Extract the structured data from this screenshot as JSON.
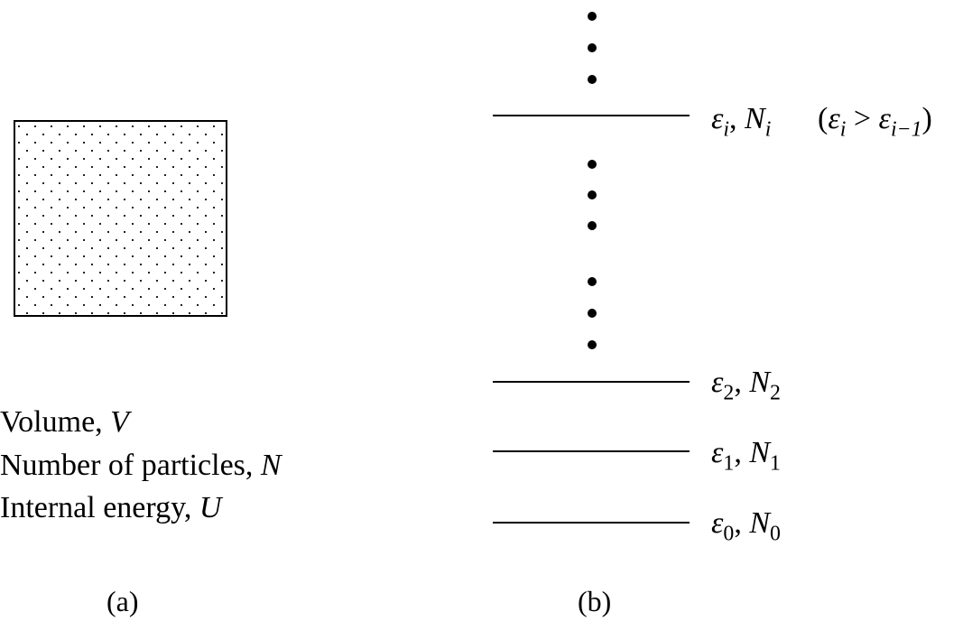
{
  "panel_a": {
    "label": "(a)",
    "properties": [
      {
        "text": "Volume, ",
        "symbol": "V"
      },
      {
        "text": "Number of particles, ",
        "symbol": "N"
      },
      {
        "text": "Internal energy, ",
        "symbol": "U"
      }
    ]
  },
  "panel_b": {
    "label": "(b)",
    "levels": [
      {
        "energy_symbol": "ε",
        "energy_sub": "i",
        "count_symbol": "N",
        "count_sub": "i"
      },
      {
        "energy_symbol": "ε",
        "energy_sub": "2",
        "count_symbol": "N",
        "count_sub": "2"
      },
      {
        "energy_symbol": "ε",
        "energy_sub": "1",
        "count_symbol": "N",
        "count_sub": "1"
      },
      {
        "energy_symbol": "ε",
        "energy_sub": "0",
        "count_symbol": "N",
        "count_sub": "0"
      }
    ],
    "condition": {
      "open": "(",
      "lhs_symbol": "ε",
      "lhs_sub": "i",
      "operator": " > ",
      "rhs_symbol": "ε",
      "rhs_sub": "i−1",
      "close": ")"
    }
  }
}
